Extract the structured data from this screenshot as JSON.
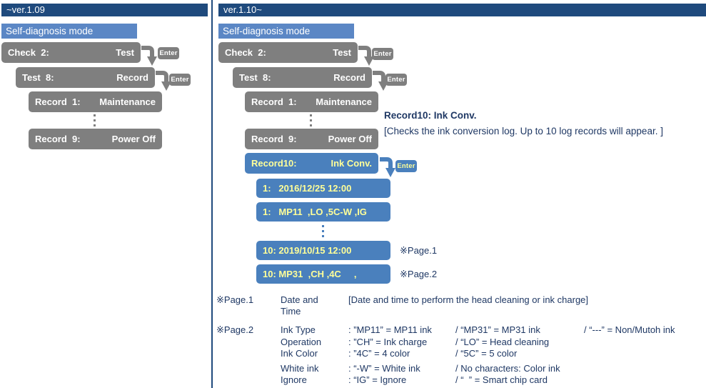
{
  "left": {
    "version": "~ver.1.09",
    "mode": "Self-diagnosis mode",
    "enter": "Enter",
    "menu": [
      {
        "label": "Check  2:",
        "value": "Test"
      },
      {
        "label": "Test  8:",
        "value": "Record"
      },
      {
        "label": "Record  1:",
        "value": "Maintenance"
      },
      {
        "label": "Record  9:",
        "value": "Power Off"
      }
    ]
  },
  "right": {
    "version": "ver.1.10~",
    "mode": "Self-diagnosis mode",
    "enter": "Enter",
    "menu": [
      {
        "label": "Check  2:",
        "value": "Test"
      },
      {
        "label": "Test  8:",
        "value": "Record"
      },
      {
        "label": "Record  1:",
        "value": "Maintenance"
      },
      {
        "label": "Record  9:",
        "value": "Power Off"
      },
      {
        "label": "Record10:",
        "value": "Ink Conv."
      }
    ],
    "lcd": [
      "1:   2016/12/25 12:00",
      "1:   MP11  ,LO ,5C-W ,IG",
      "10: 2019/10/15 12:00",
      "10: MP31  ,CH ,4C     ,"
    ],
    "lcd_refs": [
      "※Page.1",
      "※Page.2"
    ],
    "note_title": "Record10: Ink Conv.",
    "note_body": "[Checks the ink conversion log. Up to 10 log records will appear. ]"
  },
  "legend": {
    "page1": {
      "ref": "※Page.1",
      "label": "Date and\nTime",
      "desc": "[Date and time to perform the head cleaning or ink charge]"
    },
    "page2": {
      "ref": "※Page.2",
      "rows": [
        {
          "label": "Ink Type",
          "a": ": ”MP11” = MP11 ink",
          "b": "/ “MP31” = MP31 ink",
          "c": "/ “---” = Non/Mutoh ink"
        },
        {
          "label": "Operation",
          "a": ": ”CH” = Ink charge",
          "b": "/ “LO” = Head cleaning",
          "c": ""
        },
        {
          "label": "Ink Color",
          "a": ": ”4C” = 4 color",
          "b": "/ “5C” = 5 color",
          "c": ""
        },
        {
          "label": "White ink",
          "a": ": “-W” = White ink",
          "b": "/ No characters: Color ink",
          "c": ""
        },
        {
          "label": "Ignore",
          "a": ": “IG” = Ignore",
          "b": "/ “  ” = Smart chip card",
          "c": ""
        }
      ]
    }
  },
  "colors": {
    "navy_bar": "#1F4A7D",
    "text_navy": "#1F3864",
    "menu_gray": "#7F7F7F",
    "mode_blue": "#5B87C5",
    "lcd_blue": "#4A80BD",
    "lcd_text_yellow": "#FFFF99"
  }
}
